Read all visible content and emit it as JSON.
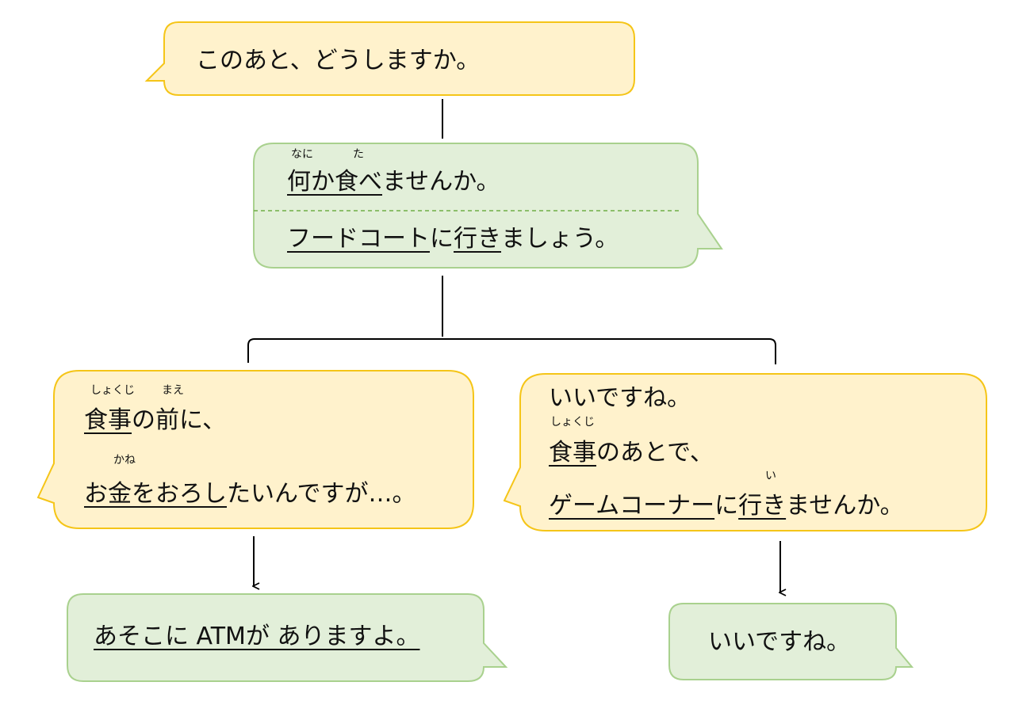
{
  "colors": {
    "yellow_fill": "#fff2cc",
    "yellow_stroke": "#f5c518",
    "green_fill": "#e2efd9",
    "green_stroke": "#a9d18e",
    "line": "#000000"
  },
  "top": {
    "text": "このあと、どうしますか。"
  },
  "second": {
    "ruby_nani": "なに",
    "ruby_ta": "た",
    "line1_u1": "何か食べ",
    "line1_rest": "ませんか。",
    "line2_u1": "フードコート",
    "line2_mid": "に",
    "line2_u2": "行き",
    "line2_rest": "ましょう。"
  },
  "left": {
    "ruby_shokuji": "しょくじ",
    "ruby_mae": "まえ",
    "line1_u": "食事",
    "line1_rest": "の前に、",
    "ruby_kane": "かね",
    "line2_u": "お金をおろし",
    "line2_rest": "たいんですが…。"
  },
  "right": {
    "line1": "いいですね。",
    "ruby_shokuji": "しょくじ",
    "line2_u": "食事",
    "line2_rest": "のあとで、",
    "ruby_i": "い",
    "line3_u1": "ゲームコーナー",
    "line3_mid": "に",
    "line3_u2": "行き",
    "line3_rest": "ませんか。"
  },
  "bottom_left": {
    "text": "あそこに ATMが ありますよ。"
  },
  "bottom_right": {
    "text": "いいですね。"
  }
}
